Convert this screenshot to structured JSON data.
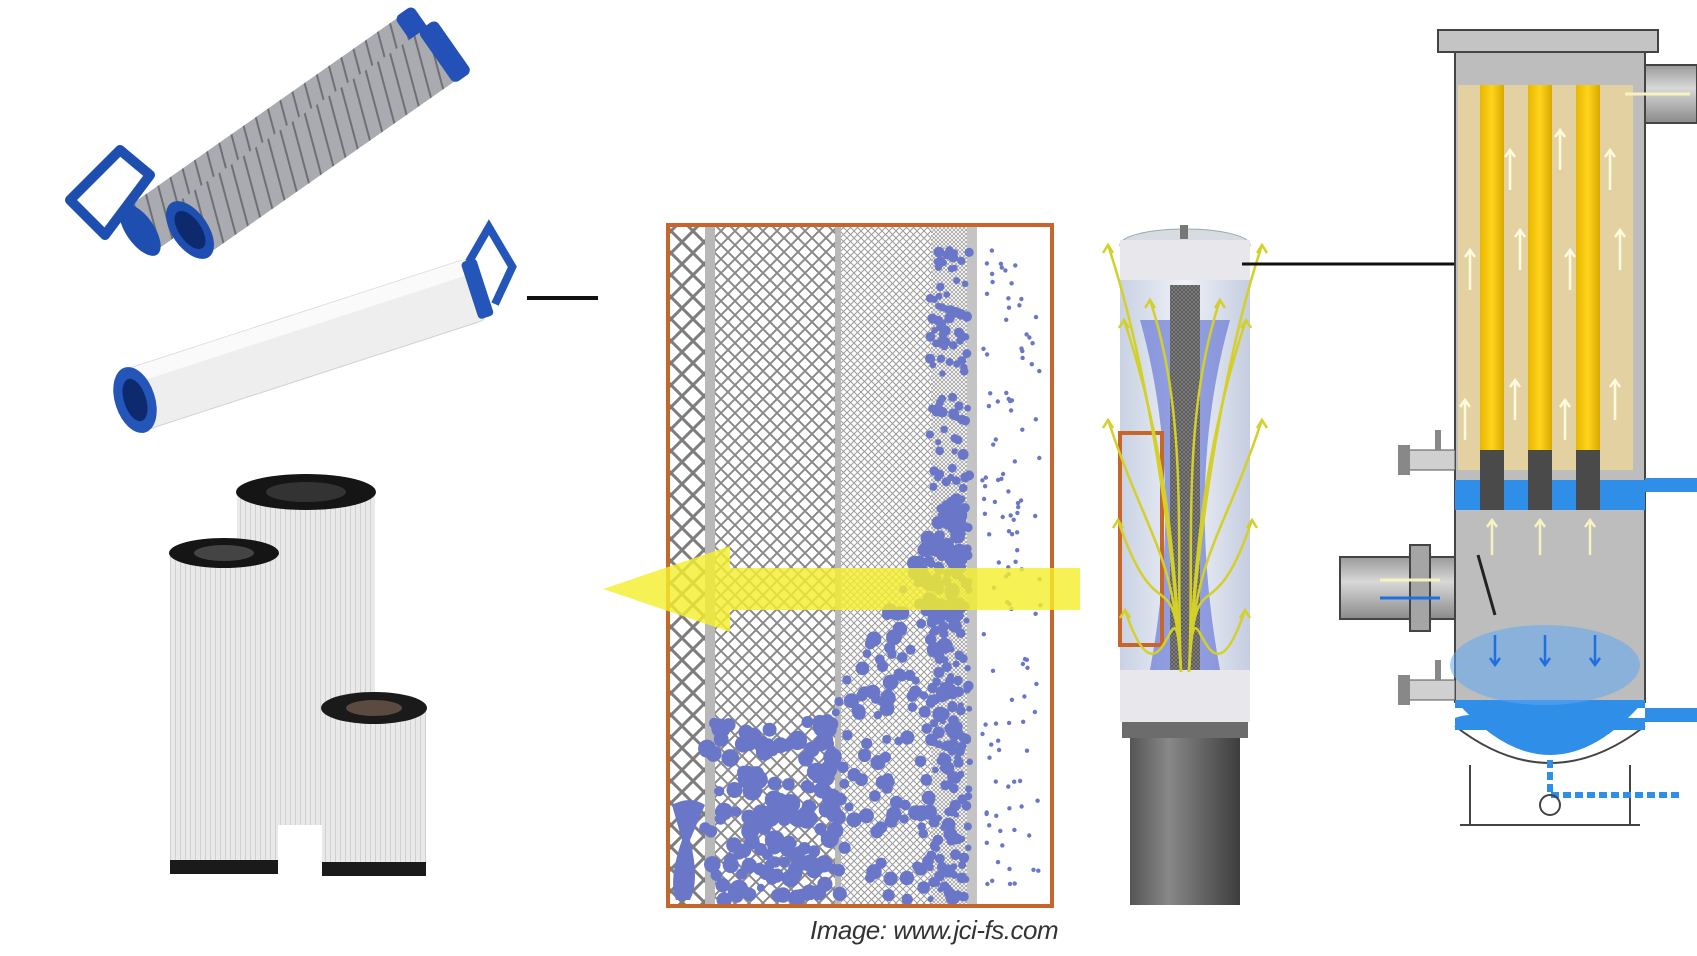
{
  "caption": "Image: www.jci-fs.com",
  "colors": {
    "frame_orange": "#c8652a",
    "mesh_gray": "#8c8c8c",
    "droplet_blue": "#6a77c8",
    "flow_yellow": "#f4ee2e",
    "element_yellow": "#f5c400",
    "liquid_blue": "#2f8fe8",
    "handle_blue": "#1e4fb0",
    "housing_gray": "#bdbdbd"
  },
  "icons": [
    "coalescer-cartridge",
    "filter-element",
    "droplet",
    "flow-arrow",
    "drain-valve"
  ]
}
